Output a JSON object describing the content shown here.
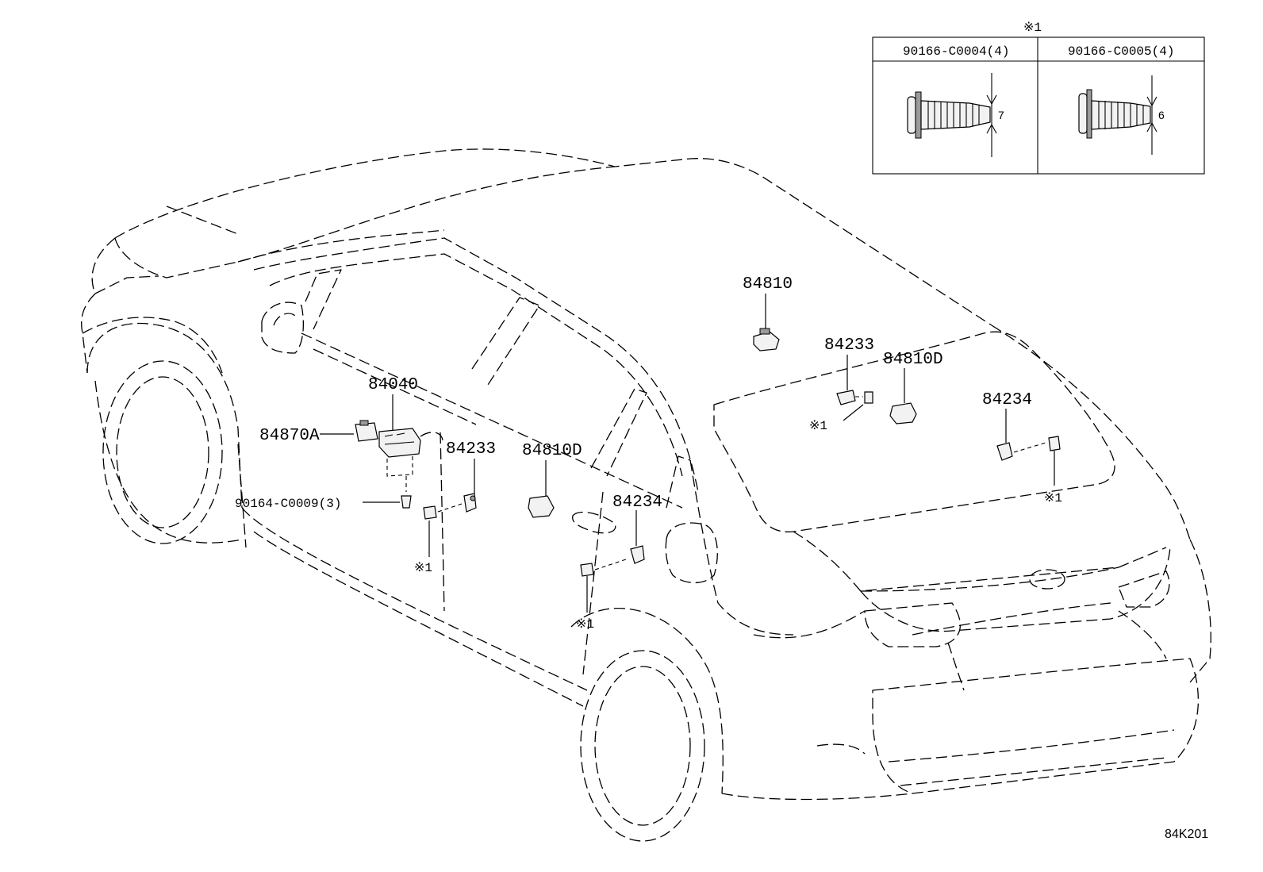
{
  "diagram_code": "84K201",
  "legend": {
    "note_mark": "※1",
    "columns": [
      {
        "part_number": "90166-C0004(4)",
        "dimension": "7"
      },
      {
        "part_number": "90166-C0005(4)",
        "dimension": "6"
      }
    ]
  },
  "callouts": {
    "p84810_roof": "84810",
    "p84233_rear": "84233",
    "p84810d_rear": "84810D",
    "p84234_rear": "84234",
    "p84040": "84040",
    "p84870a": "84870A",
    "p84233_front": "84233",
    "p84810d_door": "84810D",
    "p84234_door": "84234",
    "p90164": "90164-C0009(3)",
    "note_rear_1": "※1",
    "note_rear_2": "※1",
    "note_front_1": "※1",
    "note_front_2": "※1"
  }
}
